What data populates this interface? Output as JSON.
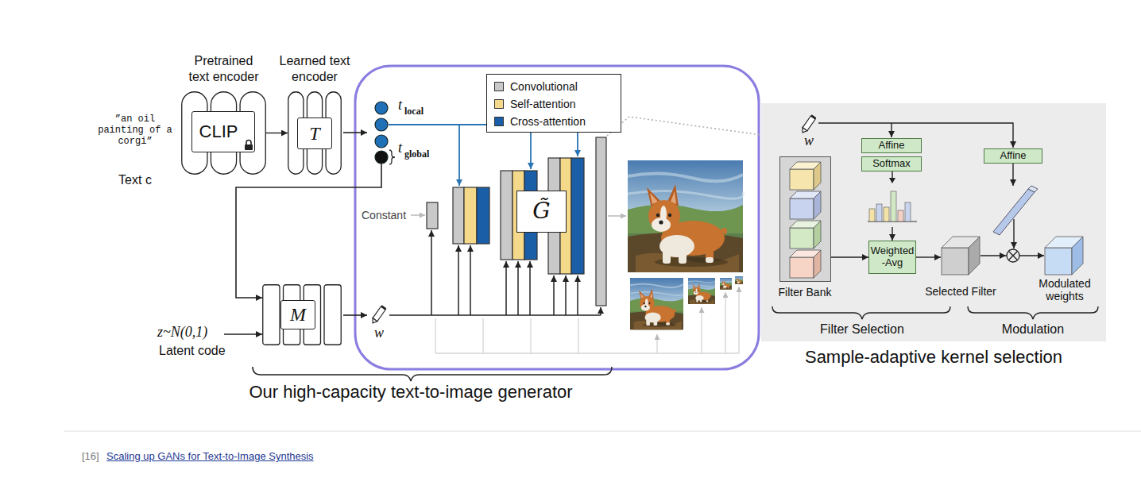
{
  "diagram": {
    "nodes": [
      {
        "text": [
          "Pretrained text encoder",
          "CLIP"
        ]
      },
      {
        "text": [
          "Learned text encoder",
          "T"
        ]
      },
      {
        "text": [
          "G̃"
        ]
      },
      {
        "text": [
          "M"
        ]
      },
      {
        "text": [
          "Sample-adaptive kernel selection"
        ]
      },
      {
        "text": [
          "Affine"
        ],
        "in": 4
      },
      {
        "text": [
          "Softmax"
        ],
        "in": 4
      },
      {
        "text": [
          "Filter Bank"
        ],
        "in": 4
      },
      {
        "text": [
          "Weighted -Avg"
        ],
        "in": 4
      },
      {
        "text": [
          "Affine"
        ],
        "in": 4
      },
      {
        "text": [
          "Selected Filter"
        ],
        "in": 4
      },
      {
        "text": [
          "Modulated weights"
        ],
        "in": 4
      }
    ],
    "edges": [
      {
        "from": 0,
        "to": 1,
        "arrow": "to"
      },
      {
        "from": 6,
        "to": 8,
        "arrow": "to"
      },
      {
        "from": 7,
        "to": 8,
        "arrow": "to"
      },
      {
        "from": 8,
        "to": 10,
        "arrow": "to"
      },
      {
        "from": 10,
        "to": 11,
        "arrow": "to"
      }
    ],
    "labels": [
      "”an oil painting of a corgi”",
      "Text c",
      "t",
      "local",
      "t",
      "global",
      "Constant",
      "z~N(0,1)",
      "Latent code",
      "w",
      "Our high-capacity text-to-image generator",
      "w",
      "Filter Selection",
      "Modulation",
      "[16]",
      "Scaling up GANs for Text-to-Image Synthesis"
    ],
    "legend": [
      {
        "text": "Convolutional",
        "color": "#c8c8c8"
      },
      {
        "text": "Self-attention",
        "color": "#f5d98b"
      },
      {
        "text": "Cross-attention",
        "color": "#1b5ea8"
      }
    ]
  }
}
